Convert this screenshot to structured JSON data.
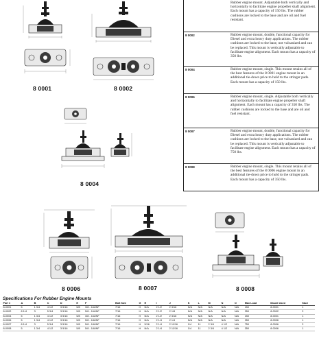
{
  "mounts": [
    {
      "code": "8 0001"
    },
    {
      "code": "8 0002"
    },
    {
      "code": "8 0004"
    },
    {
      "code": "8 0006"
    },
    {
      "code": "8 0007"
    },
    {
      "code": "8 0008"
    }
  ],
  "descriptions": [
    {
      "code": "",
      "text": "Rubber engine mount. Adjustable both vertically and horizontally to facilitate engine propeller shaft alignment. Each mount has a capacity of 150 lbs. The rubber cushions are locked to the base and are oil and fuel resistant."
    },
    {
      "code": "8 0002",
      "text": "Rubber engine mount, double, functional capacity for Diesel and extra heavy duty applications. The rubber cushions are locked to the base, not vulcanized and can be replaced. This mount is vertically adjustable to facilitate engine alignment. Each mount has a capacity of 350 lbs."
    },
    {
      "code": "8 0004",
      "text": "Rubber engine mount, single. This mount retains all of the best features of the 8 0001 engine mount in an additional tie-down price to hold to the stringer pads. Each mount has a capacity of 150 lbs."
    },
    {
      "code": "8 0006",
      "text": "Rubber engine mount, single. Adjustable both vertically and horizontally to facilitate engine propeller shaft alignment. Each mount has a capacity of 350 lbs. The rubber cushions are locked to the base and are oil and fuel resistant."
    },
    {
      "code": "8 0007",
      "text": "Rubber engine mount, double, functional capacity for Diesel and extra heavy duty applications. The rubber cushions are locked to the base, not vulcanized and can be replaced. This mount is vertically adjustable to facilitate engine alignment. Each mount has a capacity of 750 lbs."
    },
    {
      "code": "8 0008",
      "text": "Rubber engine mount, single. This mount retains all of the best features of the 8 0006 engine mount in an additional tie-down price to hold to the stringer pads. Each mount has a capacity of 350 lbs."
    }
  ],
  "spec": {
    "title": "Specifications For Rubber Engine Mounts",
    "headers": [
      "Part #",
      "A",
      "B",
      "C",
      "D",
      "E",
      "F",
      "Bolt Size",
      "G",
      "H",
      "I",
      "J",
      "K",
      "L",
      "M",
      "N",
      "O",
      "Max Load",
      "Mount Used",
      "Stud"
    ],
    "rows": [
      [
        "8-0001",
        "5",
        "1 3/4",
        "4 1/2",
        "3 5/16",
        "5/8",
        "3/8 - 16UNF",
        "7/16",
        "H",
        "N/A",
        "2 1/2",
        "2 3/16",
        "N/A",
        "N/A",
        "N/A",
        "N/A",
        "N/A",
        "150",
        "8-0001",
        "1"
      ],
      [
        "8-0002",
        "8 1/4",
        "3",
        "5 3/4",
        "3 5/16",
        "5/8",
        "5/8 - 16UNF",
        "7/16",
        "H",
        "N/A",
        "2 1/2",
        "2 1/8",
        "N/A",
        "N/A",
        "N/A",
        "N/A",
        "N/A",
        "350",
        "8-0002",
        "2"
      ],
      [
        "8-0004",
        "5",
        "1 3/4",
        "4 1/2",
        "3 5/16",
        "5/8",
        "3/8 - 16UNF",
        "7/16",
        "H",
        "N/A",
        "2 1/2",
        "2 3/16",
        "N/A",
        "N/A",
        "N/A",
        "N/A",
        "N/A",
        "150",
        "8-0001",
        "1"
      ],
      [
        "8-0006",
        "5",
        "1 3/4",
        "4 1/2",
        "3 5/16",
        "5/8",
        "5/8 - 18UNF",
        "7/16",
        "H",
        "N/A",
        "2 1/4",
        "2 1/4",
        "N/A",
        "N/A",
        "N/A",
        "N/A",
        "N/A",
        "350",
        "8-0006",
        "1"
      ],
      [
        "8-0007",
        "8 1/4",
        "3",
        "5 3/4",
        "3 5/16",
        "5/8",
        "5/8 - 18UNF",
        "7/16",
        "H",
        "5/16",
        "2 1/4",
        "2 11/16",
        "1/4",
        "11",
        "2 3/4",
        "4 1/2",
        "N/A",
        "750",
        "8-0006",
        "2"
      ],
      [
        "8-0008",
        "5",
        "1 3/4",
        "4 1/2",
        "3 5/16",
        "5/8",
        "5/8 - 18UNF",
        "7/16",
        "H",
        "N/A",
        "2 1/4",
        "2 11/16",
        "1/4",
        "11",
        "2 3/4",
        "4 1/2",
        "N/A",
        "350",
        "8-0006",
        "1"
      ]
    ]
  },
  "icons": {
    "mount_drawing": "engine-mount-technical-drawing"
  }
}
